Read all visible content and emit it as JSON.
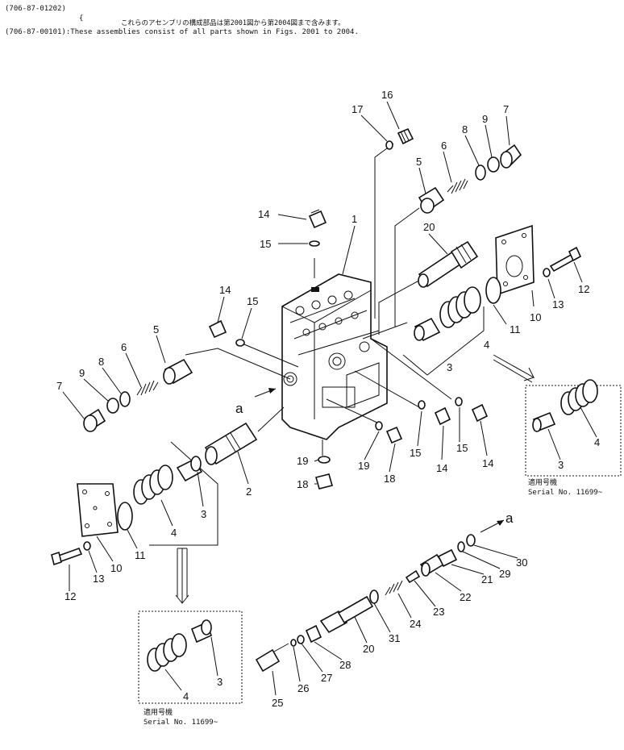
{
  "header": {
    "line1": "(706-87-01202)",
    "line2_bracket": "{",
    "line2_jp": "これらのアセンブリの構成部品は第2001図から第2004図まで含みます。",
    "line3": "(706-87-00101):These assemblies consist of all parts shown in Figs. 2001 to 2004."
  },
  "callouts": {
    "c1": "1",
    "c2": "2",
    "c3a": "3",
    "c3b": "3",
    "c3c": "3",
    "c3d": "3",
    "c4a": "4",
    "c4b": "4",
    "c4c": "4",
    "c4d": "4",
    "c5a": "5",
    "c5b": "5",
    "c6a": "6",
    "c6b": "6",
    "c7a": "7",
    "c7b": "7",
    "c8a": "8",
    "c8b": "8",
    "c9a": "9",
    "c9b": "9",
    "c10a": "10",
    "c10b": "10",
    "c11a": "11",
    "c11b": "11",
    "c12a": "12",
    "c12b": "12",
    "c13a": "13",
    "c13b": "13",
    "c14a": "14",
    "c14b": "14",
    "c14c": "14",
    "c14d": "14",
    "c15a": "15",
    "c15b": "15",
    "c15c": "15",
    "c15d": "15",
    "c16": "16",
    "c17": "17",
    "c18": "18",
    "c18b": "18",
    "c19a": "19",
    "c19b": "19",
    "c20a": "20",
    "c20b": "20",
    "c21": "21",
    "c22": "22",
    "c23": "23",
    "c24": "24",
    "c25": "25",
    "c26": "26",
    "c27": "27",
    "c28": "28",
    "c29": "29",
    "c30": "30",
    "c31": "31",
    "a1": "a",
    "a2": "a"
  },
  "serial_right": {
    "jp": "適用号機",
    "en": "Serial  No.  11699~"
  },
  "serial_bottom": {
    "jp": "適用号機",
    "en": "Serial  No.  11699~"
  }
}
